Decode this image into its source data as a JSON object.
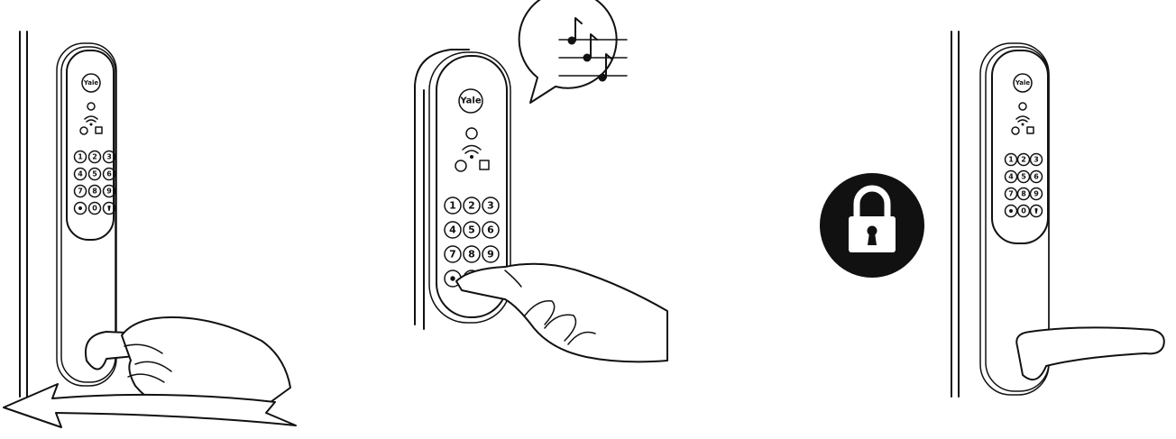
{
  "brand": "Yale",
  "keypad": {
    "keys": [
      "1",
      "2",
      "3",
      "4",
      "5",
      "6",
      "7",
      "8",
      "9",
      "",
      "0",
      ""
    ]
  },
  "panels": [
    {
      "name": "panel-open-door",
      "icons": [
        "door-handle-icon",
        "hand-icon",
        "swing-arrow-icon"
      ]
    },
    {
      "name": "panel-press-lock-key",
      "icons": [
        "hand-pointing-icon",
        "music-notes-icon",
        "speech-bubble-icon"
      ]
    },
    {
      "name": "panel-locked",
      "icons": [
        "padlock-icon",
        "door-handle-icon"
      ]
    }
  ],
  "colors": {
    "line": "#111111",
    "background": "#ffffff"
  }
}
